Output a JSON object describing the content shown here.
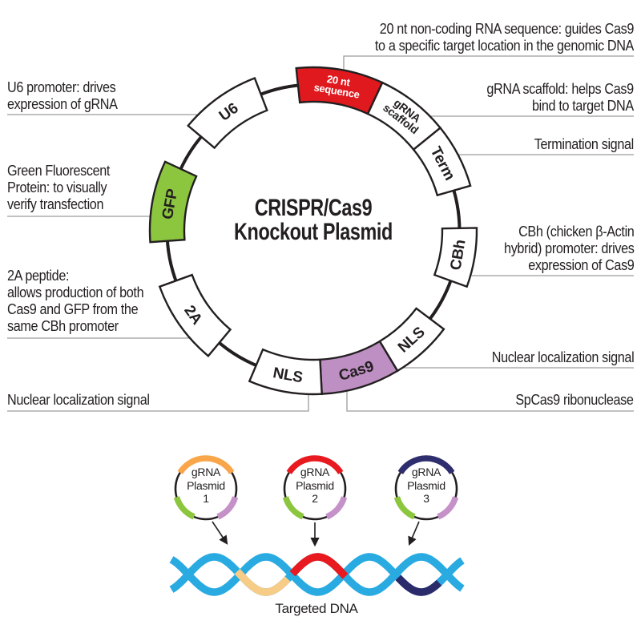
{
  "title": {
    "lines": [
      "CRISPR/Cas9",
      "Knockout Plasmid"
    ]
  },
  "colors": {
    "outline": "#231f20",
    "text": "#231f20",
    "annotation_line": "#9c9c9c",
    "white": "#ffffff"
  },
  "plasmid": {
    "segments": [
      {
        "id": "20nt",
        "label": [
          "20 nt",
          "sequence"
        ],
        "fill": "#e0191f",
        "text_color": "#ffffff",
        "font": 13,
        "start": -6,
        "end": 25
      },
      {
        "id": "grna-scaffold",
        "label": [
          "gRNA",
          "scaffold"
        ],
        "fill": "#ffffff",
        "font": 14,
        "start": 25,
        "end": 51
      },
      {
        "id": "term",
        "label": [
          "Term"
        ],
        "fill": "#ffffff",
        "start": 51,
        "end": 74
      },
      {
        "id": "cbh",
        "label": [
          "CBh"
        ],
        "fill": "#ffffff",
        "start": 89,
        "end": 110
      },
      {
        "id": "nls-right",
        "label": [
          "NLS"
        ],
        "fill": "#ffffff",
        "start": 127,
        "end": 149
      },
      {
        "id": "cas9",
        "label": [
          "Cas9"
        ],
        "fill": "#bd8fc2",
        "start": 149,
        "end": 177
      },
      {
        "id": "nls-left",
        "label": [
          "NLS"
        ],
        "fill": "#ffffff",
        "start": 177,
        "end": 203
      },
      {
        "id": "2a",
        "label": [
          "2A"
        ],
        "fill": "#ffffff",
        "start": 220,
        "end": 250
      },
      {
        "id": "gfp",
        "label": [
          "GFP"
        ],
        "fill": "#8cc63f",
        "start": 266,
        "end": 295
      },
      {
        "id": "u6",
        "label": [
          "U6"
        ],
        "fill": "#ffffff",
        "start": 310,
        "end": 339
      }
    ]
  },
  "annotations": {
    "left": [
      {
        "id": "u6",
        "lines": [
          "U6 promoter: drives",
          "expression of gRNA"
        ]
      },
      {
        "id": "gfp",
        "lines": [
          "Green Fluorescent",
          "Protein: to visually",
          "verify transfection"
        ]
      },
      {
        "id": "2a",
        "lines": [
          "2A peptide:",
          "allows production of both",
          "Cas9 and GFP from the",
          "same CBh promoter"
        ]
      },
      {
        "id": "nls",
        "lines": [
          "Nuclear localization signal"
        ]
      }
    ],
    "right": [
      {
        "id": "20nt",
        "lines": [
          "20 nt non-coding RNA sequence: guides Cas9",
          "to a specific target location in the genomic DNA"
        ]
      },
      {
        "id": "scaffold",
        "lines": [
          "gRNA scaffold: helps Cas9",
          "bind to target DNA"
        ]
      },
      {
        "id": "term",
        "lines": [
          "Termination signal"
        ]
      },
      {
        "id": "cbh",
        "lines": [
          "CBh (chicken β-Actin",
          "hybrid) promoter: drives",
          "expression of Cas9"
        ]
      },
      {
        "id": "nls",
        "lines": [
          "Nuclear localization signal"
        ]
      },
      {
        "id": "spcas9",
        "lines": [
          "SpCas9 ribonuclease"
        ]
      }
    ]
  },
  "mini_plasmids": [
    {
      "label_lines": [
        "gRNA",
        "Plasmid",
        "1"
      ],
      "top_color": "#f9a64a",
      "green": "#8cc63f",
      "purple": "#c591c9"
    },
    {
      "label_lines": [
        "gRNA",
        "Plasmid",
        "2"
      ],
      "top_color": "#e8191f",
      "green": "#8cc63f",
      "purple": "#c591c9"
    },
    {
      "label_lines": [
        "gRNA",
        "Plasmid",
        "3"
      ],
      "top_color": "#2e2d6d",
      "green": "#8cc63f",
      "purple": "#c591c9"
    }
  ],
  "dna": {
    "label": "Targeted DNA",
    "strand_color": "#29abe2",
    "highlights": [
      {
        "color": "#f6cc87",
        "strand": "A",
        "from": 296,
        "to": 359
      },
      {
        "color": "#e8191f",
        "strand": "A",
        "from": 365,
        "to": 431
      },
      {
        "color": "#2b2a6a",
        "strand": "B",
        "from": 497,
        "to": 548
      }
    ]
  }
}
